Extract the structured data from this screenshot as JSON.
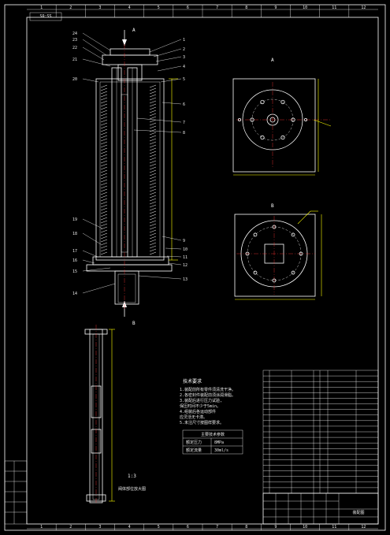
{
  "drawing_number": "SS-0S",
  "grid": {
    "columns": [
      "1",
      "2",
      "3",
      "4",
      "5",
      "6",
      "7",
      "8",
      "9",
      "10",
      "11",
      "12"
    ]
  },
  "section_labels": {
    "top": "A",
    "bottom": "B"
  },
  "view_labels": {
    "view_a": "A",
    "view_b": "B"
  },
  "balloons": {
    "right": [
      "1",
      "2",
      "3",
      "4",
      "5",
      "6",
      "7",
      "8",
      "9",
      "10",
      "11",
      "12",
      "13"
    ],
    "left": [
      "24",
      "23",
      "22",
      "21",
      "20",
      "19",
      "18",
      "17",
      "16",
      "15",
      "14"
    ]
  },
  "detail": {
    "scale": "1:3",
    "caption": "阀体部位放大图"
  },
  "technical_requirements": {
    "title": "技术要求",
    "lines": [
      "1.装配前所有零件须清洗干净。",
      "2.各密封件装配前须涂润滑脂。",
      "3.装配后进行压力试验,",
      "  保压时间不少于5min。",
      "4.组装后各运动部件",
      "  应灵活无卡滞。",
      "5.未注尺寸按图样要求。"
    ]
  },
  "param_table": {
    "title": "主要技术参数",
    "rows": [
      {
        "name": "额定压力",
        "value": "8MPa"
      },
      {
        "name": "额定流量",
        "value": "30ml/s"
      }
    ]
  },
  "bom": {
    "rows": 22
  },
  "title_block": {
    "drawing_name": "装配图"
  },
  "colors": {
    "background": "#000000",
    "line": "#ffffff",
    "dimension": "#ffff00",
    "centerline": "#ff3030"
  }
}
